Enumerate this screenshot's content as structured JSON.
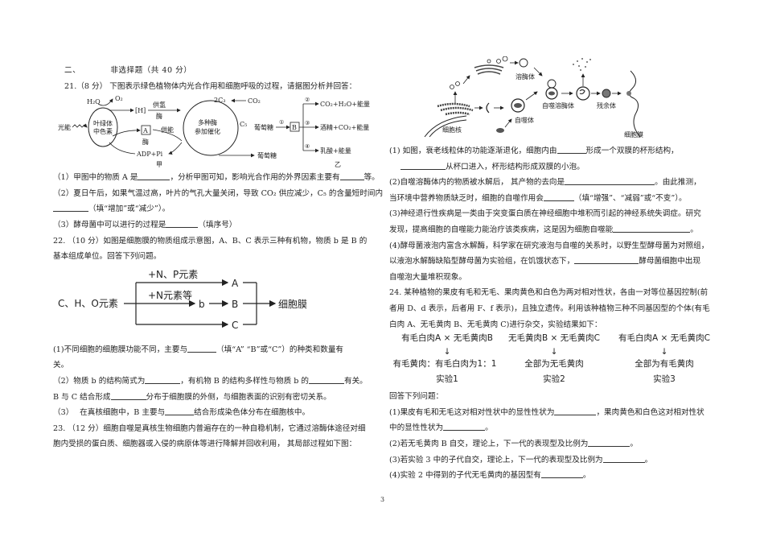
{
  "section": {
    "label": "二、",
    "title": "非选择题（共 40 分）"
  },
  "q21": {
    "stem": "21.（8 分） 下图表示绿色植物体内光合作用和细胞呼吸的过程，请据图分析并回答：",
    "diagram_jia": {
      "caption": "甲",
      "h2o": "H₂O",
      "o2": "O₂",
      "light": "光能",
      "pigment_line1": "叶绿体",
      "pigment_line2": "中色素",
      "h": "[H]",
      "supply_h": "供氢",
      "enzyme1": "酶",
      "box_a": "A",
      "enzyme2": "酶",
      "supply_energy": "供能",
      "adp": "ADP+Pi",
      "c3": "2C₃",
      "co2": "CO₂",
      "c5": "C₅",
      "cycle_line1": "多种酶",
      "cycle_line2": "参加催化",
      "glucose": "葡萄糖"
    },
    "diagram_yi": {
      "caption": "乙",
      "glucose": "葡萄糖",
      "n1": "①",
      "box_b": "B",
      "n2": "②",
      "n3": "③",
      "n4": "④",
      "out2": "CO₂+H₂O+能量",
      "out3": "酒精+CO₂+能量",
      "out4": "乳酸+能量"
    },
    "p1_a": "（1）甲图中的物质 A 是",
    "p1_b": "，分析甲图可知，影响光合作用的外界因素主要有",
    "p1_c": "等。",
    "p2_a": "（2）夏日午后，如果气温过高，叶片的气孔大量关闭，导致 CO₂ 供应减少，C₅ 的含量短时间内",
    "p2_b": "（填“增加”或“减少”）。",
    "p3_a": "（3）酵母菌中可以进行的过程是",
    "p3_b": "（填序号）"
  },
  "q22": {
    "stem1": "22. （10 分）如图是细胞膜的物质组成示意图，A、B、C 表示三种有机物，物质 b 是 B 的",
    "stem2": "基本组成单位。回答下列问题。",
    "diagram": {
      "source": "C、H、O元素",
      "np": "+N、P元素",
      "n": "+N元素等",
      "a": "A",
      "b_small": "b",
      "b": "B",
      "c": "C",
      "target": "细胞膜"
    },
    "p1_a": "(1)不同细胞的细胞膜功能不同，主要与",
    "p1_b": "（填“A” “B”或“C”）的种类和数量有",
    "p1_c": "关。",
    "p2_a": "（2）物质 b 的结构简式为",
    "p2_b": "，有机物 B 的结构多样性与物质 b 的",
    "p2_c": "有关。",
    "p2_d": "B 与 C 结合形成",
    "p2_e": "分布于细胞膜的外侧，与细胞表面的识别有密切关系。",
    "p3_a": "（3）　 在真核细胞中，B 主要与",
    "p3_b": "结合形成染色体分布在细胞核中。"
  },
  "q23": {
    "stem1": "23. （12 分）细胞自噬是真核生物细胞内普遍存在的一种自稳机制，它通过溶酶体途径对细",
    "stem2": "胞内受损的蛋白质、细胞器或入侵的病原体等进行降解并回收利用， 其局部过程如下图：",
    "diagram": {
      "lysosome": "溶酶体",
      "autolysosome": "自噬溶酶体",
      "residual": "残余体",
      "nucleus": "细胞核",
      "autophagosome": "自噬体",
      "membrane": "细胞膜"
    },
    "p1_a": "(1) 如图，衰老线粒体的功能逐渐退化，细胞内由",
    "p1_b": "形成一个双膜的杯形结构，",
    "p1_c": "从杯口进入，杯形结构形成双膜的小泡。",
    "p2_a": "(2)自噬溶酶体内的物质被水解后， 其产物的去向是",
    "p2_b": "。由此推测，",
    "p2_c": "当环境中营养物质缺乏时，细胞的自噬作用会",
    "p2_d": "（填“增强”、“减弱”或“不变”）。",
    "p3_a": "(3)神经退行性疾病是一类由于突变蛋白质在神经细胞中堆积而引起的神经系统失调症。研究",
    "p3_b": "发现，提高细胞的自噬能力能治疗该类疾病，这是因为细胞自噬能",
    "p3_c": "。",
    "p4_a": "(4)酵母菌液泡内富含水解酶，科学家在研究液泡与自噬的关系时，以野生型酵母菌为对照组，",
    "p4_b": "以液泡水解酶缺陷型酵母菌为实验组，在饥饿状态下，",
    "p4_c": "酵母菌细胞中出现",
    "p4_d": "自噬泡大量堆积现象。"
  },
  "q24": {
    "stem1": "24. 某种植物的果皮有毛和无毛、果肉黄色和白色为两对相对性状，各由一对等位基因控制(前",
    "stem2": "者用 D、d 表示，后者用 F、f 表示)，且独立遗传。利用该种植物三种不同基因型的个体(有毛",
    "stem3": "白肉 A、无毛黄肉 B、无毛黄肉 C)进行杂交，实验结果如下：",
    "experiments": [
      {
        "cross": "有毛白肉A × 无毛黄肉B",
        "result": "有毛黄肉：有毛白肉为1：1",
        "label": "实验1"
      },
      {
        "cross": "无毛黄肉B × 无毛黄肉C",
        "result": "全部为无毛黄肉",
        "label": "实验2"
      },
      {
        "cross": "有毛白肉A × 无毛黄肉C",
        "result": "全部为有毛黄肉",
        "label": "实验3"
      }
    ],
    "prompt": "回答下列问题：",
    "p1_a": "(1)果皮有毛和无毛这对相对性状中的显性性状为",
    "p1_b": "，果肉黄色和白色这对相对性状",
    "p1_c": "中的显性性状为",
    "p1_d": "。",
    "p2_a": "(2)若无毛黄肉 B 自交，理论上，下一代的表现型及比例为",
    "p2_b": "。",
    "p3_a": "(3)若实验 3 中的子代自交，理论上，下一代的表现型及比例为",
    "p3_b": "。",
    "p4_a": "(4)实验 2 中得到的子代无毛黄肉的基因型有",
    "p4_b": "。"
  },
  "footer": {
    "page_number": "3"
  }
}
